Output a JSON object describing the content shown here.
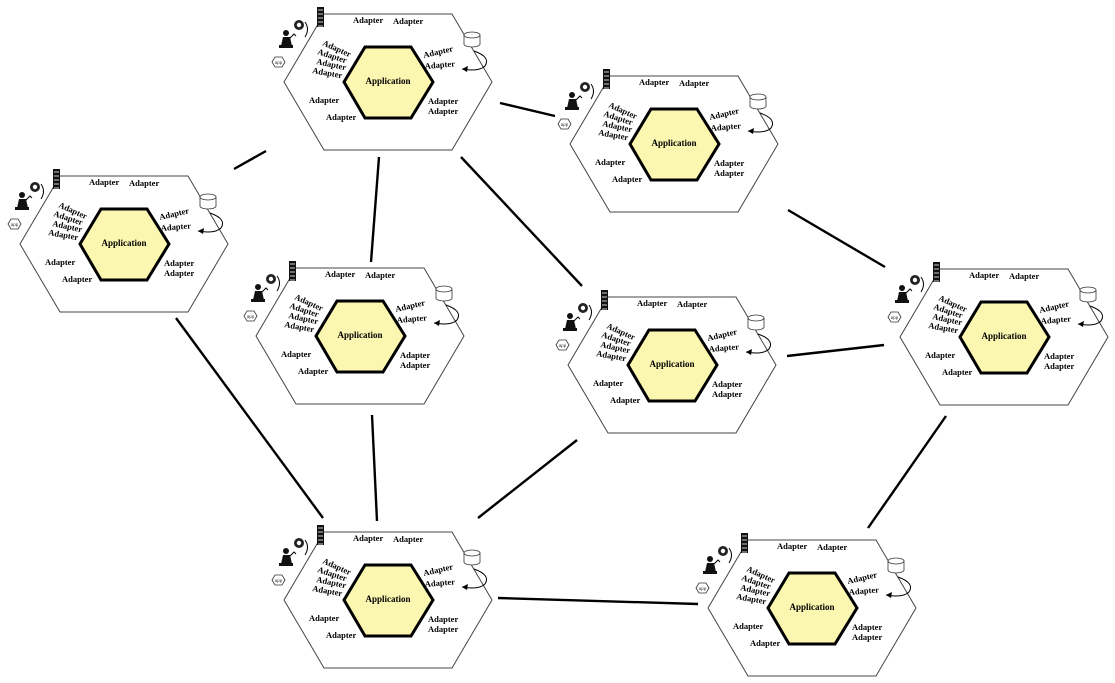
{
  "labels": {
    "application": "Application",
    "adapter": "Adapter",
    "app_badge": "app"
  },
  "icons": [
    "user-icon",
    "gear-icon",
    "server-icon",
    "database-icon",
    "app-badge-icon",
    "loopback-arrow-icon"
  ],
  "colors": {
    "application_fill": "#fbf6b0",
    "application_stroke": "#000000",
    "outer_stroke": "#444444",
    "connector": "#000000"
  },
  "nodes": [
    {
      "id": "node-top"
    },
    {
      "id": "node-right-top"
    },
    {
      "id": "node-left"
    },
    {
      "id": "node-center-left"
    },
    {
      "id": "node-center-right"
    },
    {
      "id": "node-right"
    },
    {
      "id": "node-bottom-left"
    },
    {
      "id": "node-bottom-right"
    }
  ],
  "connections": [
    [
      "node-left",
      "node-top"
    ],
    [
      "node-top",
      "node-right-top"
    ],
    [
      "node-top",
      "node-center-left"
    ],
    [
      "node-top",
      "node-center-right"
    ],
    [
      "node-right-top",
      "node-right"
    ],
    [
      "node-center-right",
      "node-right"
    ],
    [
      "node-left",
      "node-bottom-left"
    ],
    [
      "node-center-left",
      "node-bottom-left"
    ],
    [
      "node-center-right",
      "node-bottom-left"
    ],
    [
      "node-right",
      "node-bottom-right"
    ],
    [
      "node-bottom-left",
      "node-bottom-right"
    ]
  ]
}
